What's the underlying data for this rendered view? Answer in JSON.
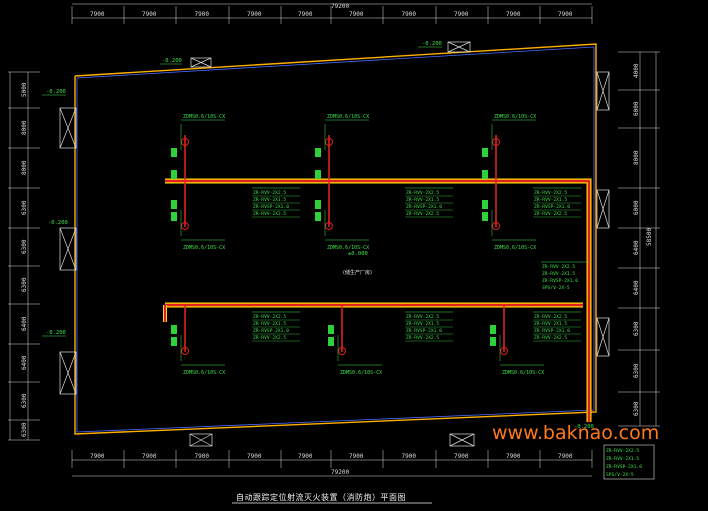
{
  "drawing": {
    "title": "自动跟踪定位射流灭火装置（消防炮）平面图",
    "watermark": "www.baknao.com",
    "area_note": "(储生产厂房)",
    "center_elev": "±0.000"
  },
  "dimensions": {
    "top_total": "79200",
    "bottom_total": "79200",
    "top_spans": [
      "7900",
      "7900",
      "7900",
      "7900",
      "7900",
      "7900",
      "7900",
      "7900",
      "7900",
      "7900"
    ],
    "bottom_spans": [
      "7900",
      "7900",
      "7900",
      "7900",
      "7900",
      "7900",
      "7900",
      "7900",
      "7900",
      "7900"
    ],
    "left_spans": [
      "5000",
      "8000",
      "8000",
      "6300",
      "6300",
      "6300",
      "6400",
      "6400",
      "6300",
      "6300"
    ],
    "right_spans": [
      "4000",
      "6000",
      "8000",
      "6000",
      "6400",
      "6400",
      "6300",
      "6300",
      "6300"
    ],
    "right_total": "58500"
  },
  "elevations": [
    "-0.200",
    "-0.200",
    "-0.200",
    "-0.200",
    "-0.200",
    "-0.200"
  ],
  "monitors": [
    {
      "label": "ZDMS0.6/10S-CX"
    },
    {
      "label": "ZDMS0.6/10S-CX"
    },
    {
      "label": "ZDMS0.6/10S-CX"
    },
    {
      "label": "ZDMS0.6/10S-CX"
    },
    {
      "label": "ZDMS0.6/10S-CX"
    },
    {
      "label": "ZDMS0.6/10S-CX"
    },
    {
      "label": "ZDMS0.6/10S-CX"
    },
    {
      "label": "ZDMS0.6/10S-CX"
    },
    {
      "label": "ZDMS0.6/10S-CX"
    }
  ],
  "cable_specs": [
    "ZR-RVV-2X2.5",
    "ZR-RVV-2X1.5",
    "ZR-RVSP-2X1.0",
    "ZR-RVV-2X2.5"
  ],
  "legend_specs": [
    "ZR-RVV-2X2.5",
    "ZR-RVV-2X1.5",
    "ZR-RVSP-2X1.0",
    "SPS/V-2X-5"
  ],
  "colors": {
    "pipe_red": "#e02020",
    "pipe_yellow": "#ffe000",
    "wall_blue": "#4a6cff",
    "equip_green": "#2fd13a",
    "dim_gray": "#dcdcdc",
    "watermark": "#ff7a1a"
  }
}
